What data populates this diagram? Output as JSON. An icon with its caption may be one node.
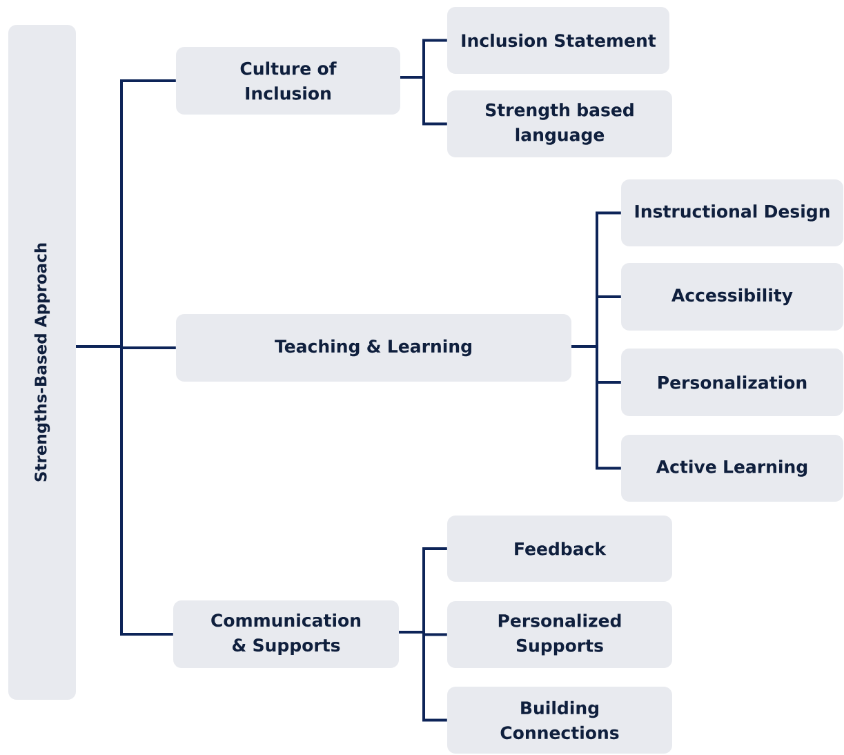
{
  "diagram": {
    "nodes": [
      {
        "text": [
          "Strengths-Based Approach"
        ]
      },
      {
        "text": [
          "Culture of Inclusion"
        ]
      },
      {
        "text": [
          "Inclusion Statement"
        ]
      },
      {
        "text": [
          "Strength based language"
        ]
      },
      {
        "text": [
          "Teaching & Learning"
        ]
      },
      {
        "text": [
          "Instructional Design"
        ]
      },
      {
        "text": [
          "Accessibility"
        ]
      },
      {
        "text": [
          "Personalization"
        ]
      },
      {
        "text": [
          "Active Learning"
        ]
      },
      {
        "text": [
          "Communication & Supports"
        ]
      },
      {
        "text": [
          "Feedback"
        ]
      },
      {
        "text": [
          "Personalized Supports"
        ]
      },
      {
        "text": [
          "Building Connections"
        ]
      }
    ],
    "edges": [
      {
        "from": 0,
        "to": 1,
        "arrow": "none"
      },
      {
        "from": 0,
        "to": 4,
        "arrow": "none"
      },
      {
        "from": 0,
        "to": 9,
        "arrow": "none"
      },
      {
        "from": 1,
        "to": 2,
        "arrow": "none"
      },
      {
        "from": 1,
        "to": 3,
        "arrow": "none"
      },
      {
        "from": 4,
        "to": 5,
        "arrow": "none"
      },
      {
        "from": 4,
        "to": 6,
        "arrow": "none"
      },
      {
        "from": 4,
        "to": 7,
        "arrow": "none"
      },
      {
        "from": 4,
        "to": 8,
        "arrow": "none"
      },
      {
        "from": 9,
        "to": 10,
        "arrow": "none"
      },
      {
        "from": 9,
        "to": 11,
        "arrow": "none"
      },
      {
        "from": 9,
        "to": 12,
        "arrow": "none"
      }
    ]
  }
}
